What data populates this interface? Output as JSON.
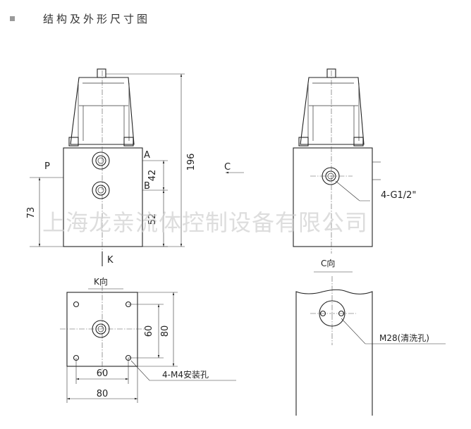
{
  "header": {
    "title": "结构及外形尺寸图"
  },
  "watermark": "上海龙亲流体控制设备有限公司",
  "front_view": {
    "port_a": "A",
    "port_b": "B",
    "port_p": "P",
    "dim_42": "42",
    "dim_52": "52",
    "dim_73": "73",
    "dim_196": "196",
    "view_mark": "K"
  },
  "side_view": {
    "view_mark": "C",
    "port_label": "4-G1/2\""
  },
  "bottom_view": {
    "title": "K向",
    "dim_60_v": "60",
    "dim_80_v": "80",
    "dim_60_h": "60",
    "dim_80_h": "80",
    "holes_label": "4-M4安装孔"
  },
  "top_view": {
    "title": "C向",
    "clean_hole_label": "M28(清洗孔)"
  }
}
